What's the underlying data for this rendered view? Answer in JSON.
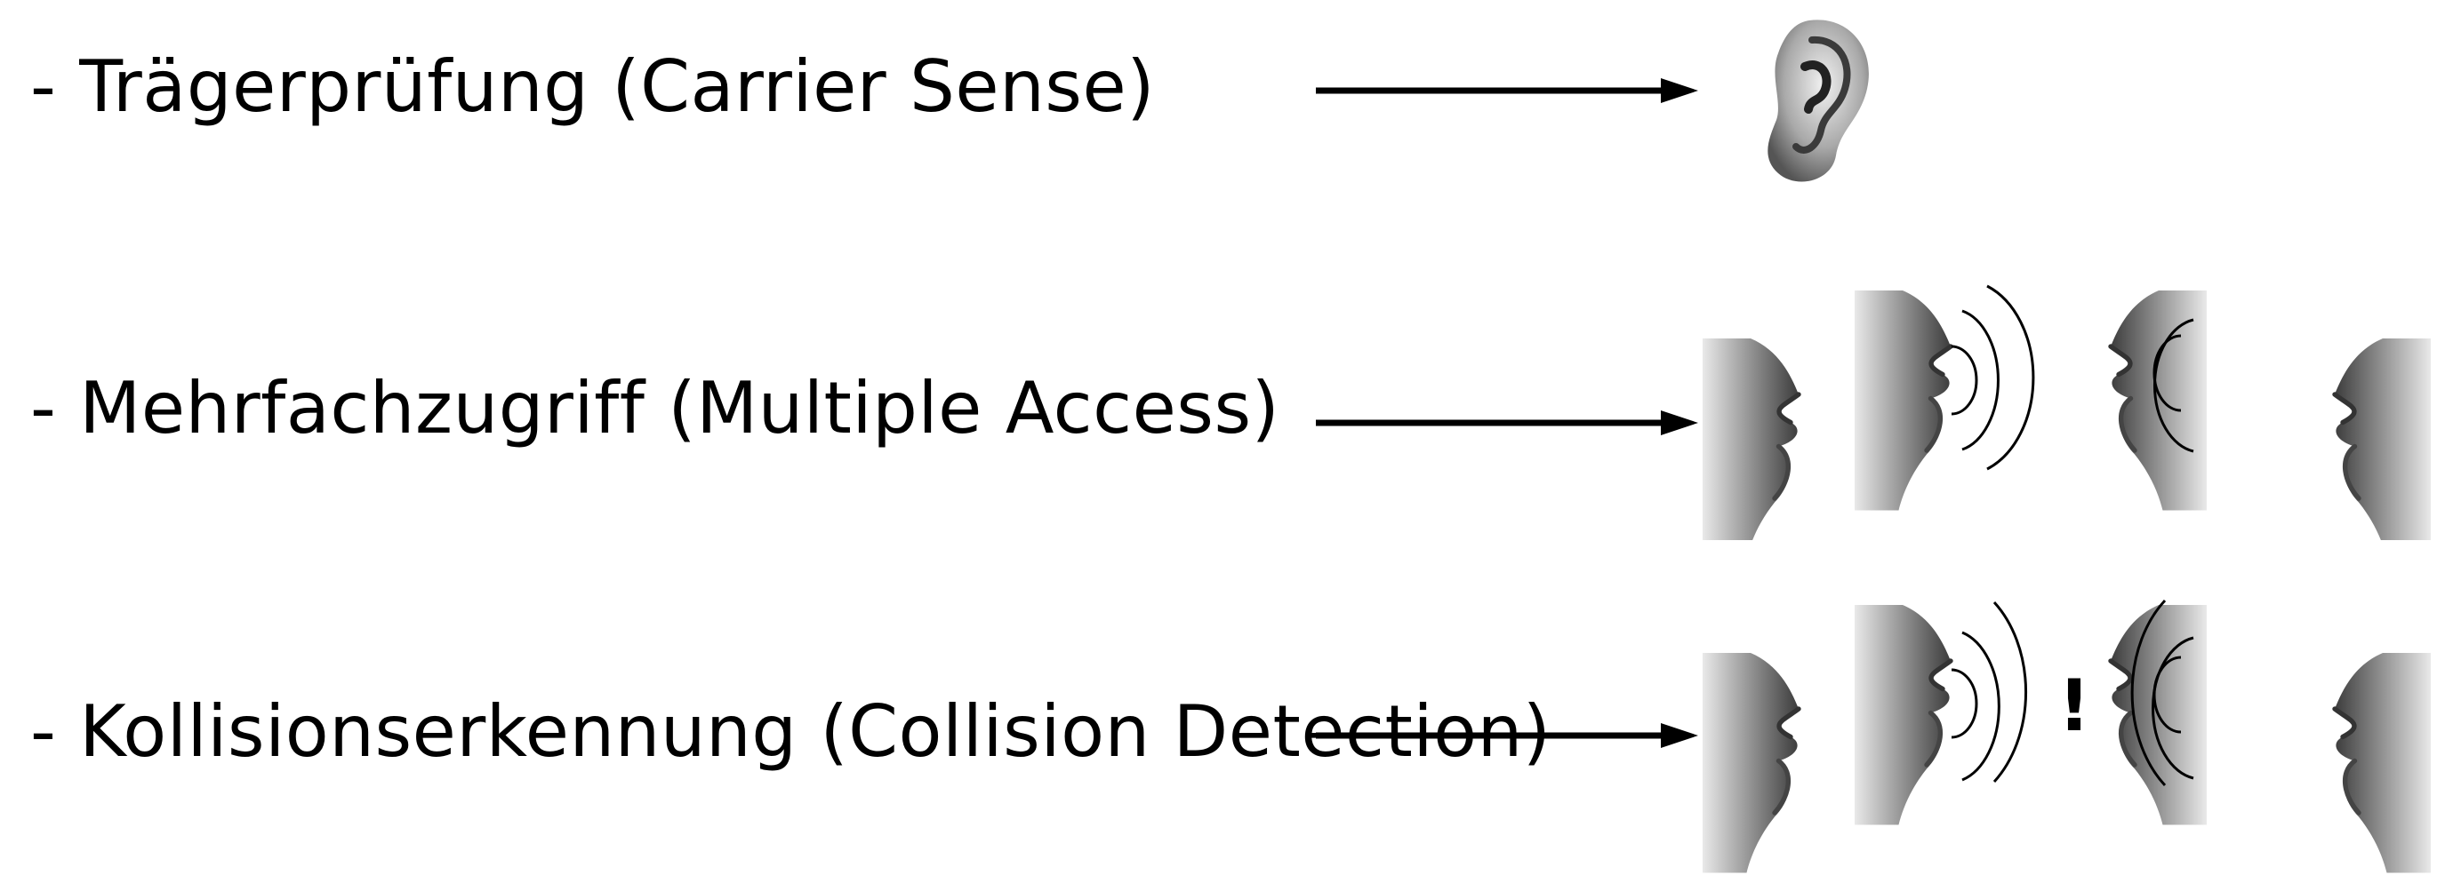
{
  "rows": [
    {
      "id": "carrier-sense",
      "label": "- Trägerprüfung (Carrier Sense)",
      "icon": "ear-icon"
    },
    {
      "id": "multiple-access",
      "label": "- Mehrfachzugriff (Multiple Access)",
      "icon": "speaking-mouths-icon"
    },
    {
      "id": "collision-detection",
      "label": "- Kollisionserkennung (Collision Detection)",
      "icon": "colliding-sound-waves-icon"
    }
  ],
  "collision_mark": "!",
  "colors": {
    "text": "#000000",
    "arrow": "#000000",
    "background": "#ffffff",
    "icon_shade": "#6f6f6f"
  }
}
